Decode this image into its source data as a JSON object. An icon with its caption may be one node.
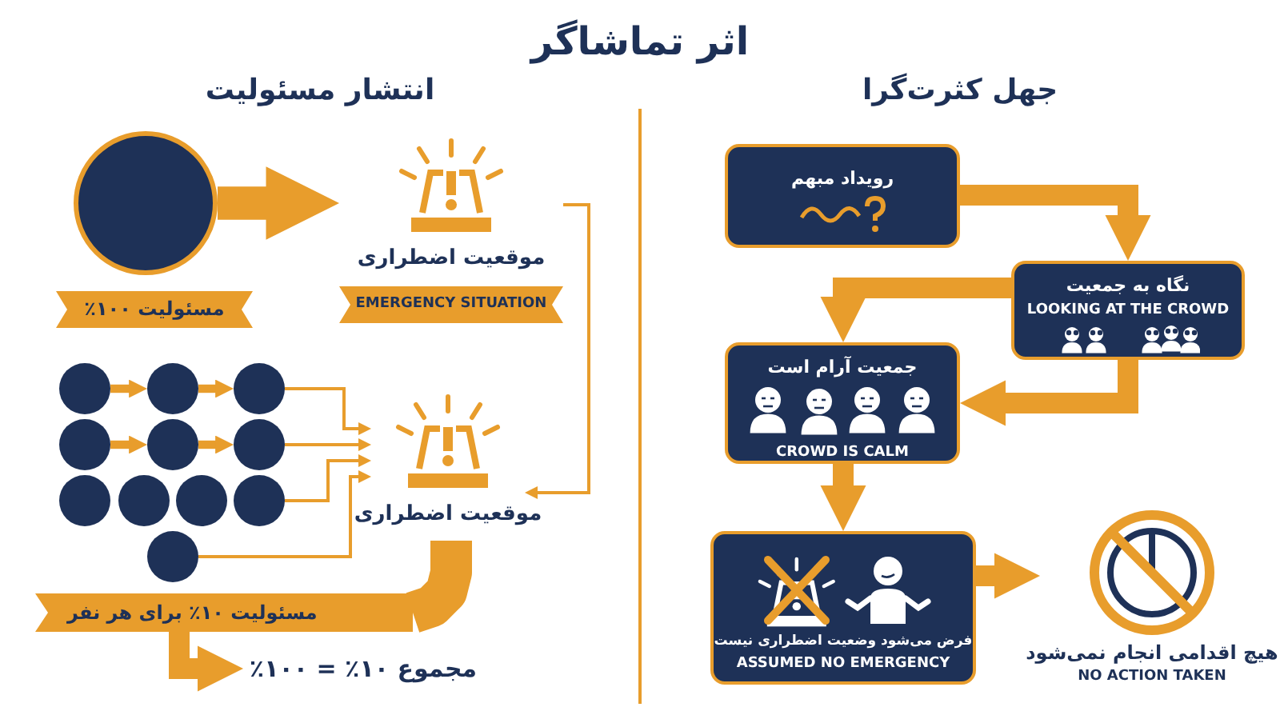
{
  "diagram": {
    "title": "اثر تماشاگر",
    "labels": [
      "انتشار مسئولیت",
      "جهل کثرت‌گرا"
    ],
    "nodes": [
      {
        "text": [],
        "shape": "circle"
      },
      {
        "text": [
          "مسئولیت ۱۰۰٪"
        ]
      },
      {
        "text": [
          "موقعیت اضطراری",
          "EMERGENCY SITUATION"
        ]
      },
      {
        "text": [],
        "shape": "circle"
      },
      {
        "text": [],
        "shape": "circle"
      },
      {
        "text": [],
        "shape": "circle"
      },
      {
        "text": [],
        "shape": "circle"
      },
      {
        "text": [],
        "shape": "circle"
      },
      {
        "text": [],
        "shape": "circle"
      },
      {
        "text": [],
        "shape": "circle"
      },
      {
        "text": [],
        "shape": "circle"
      },
      {
        "text": [],
        "shape": "circle"
      },
      {
        "text": [],
        "shape": "circle"
      },
      {
        "text": [],
        "shape": "circle"
      },
      {
        "text": [
          "موقعیت اضطراری"
        ]
      },
      {
        "text": [
          "مسئولیت ۱۰٪ برای هر نفر"
        ]
      },
      {
        "text": [
          "مجموع ۱۰٪ = ۱۰۰٪"
        ]
      },
      {
        "text": [
          "رویداد مبهم"
        ]
      },
      {
        "text": [
          "نگاه به جمعیت",
          "LOOKING AT THE CROWD"
        ]
      },
      {
        "text": [
          "جمعیت آرام است",
          "CROWD IS CALM"
        ]
      },
      {
        "text": [
          "فرض می‌شود وضعیت اضطراری نیست",
          "ASSUMED NO EMERGENCY"
        ]
      },
      {
        "text": [
          "هیچ اقدامی انجام نمی‌شود",
          "NO ACTION TAKEN"
        ]
      }
    ],
    "edges": [
      {
        "from": 0,
        "to": 2,
        "arrow": "to",
        "style": "thick"
      },
      {
        "from": 2,
        "to": 14,
        "arrow": "to"
      },
      {
        "from": 3,
        "to": 4,
        "arrow": "to"
      },
      {
        "from": 4,
        "to": 5,
        "arrow": "to"
      },
      {
        "from": 6,
        "to": 7,
        "arrow": "to"
      },
      {
        "from": 7,
        "to": 8,
        "arrow": "to"
      },
      {
        "from": 5,
        "to": 14,
        "arrow": "to"
      },
      {
        "from": 8,
        "to": 14,
        "arrow": "to"
      },
      {
        "from": 12,
        "to": 14,
        "arrow": "to"
      },
      {
        "from": 13,
        "to": 14,
        "arrow": "to"
      },
      {
        "from": 14,
        "to": 15,
        "arrow": "none",
        "style": "thick"
      },
      {
        "from": 15,
        "to": 16,
        "arrow": "to",
        "style": "thick"
      },
      {
        "from": 17,
        "to": 18,
        "arrow": "to",
        "style": "thick"
      },
      {
        "from": 18,
        "to": 19,
        "arrow": "to",
        "style": "thick"
      },
      {
        "from": 18,
        "to": 19,
        "arrow": "to",
        "style": "thick"
      },
      {
        "from": 19,
        "to": 20,
        "arrow": "to",
        "style": "thick"
      },
      {
        "from": 20,
        "to": 21,
        "arrow": "to",
        "style": "thick"
      }
    ]
  }
}
